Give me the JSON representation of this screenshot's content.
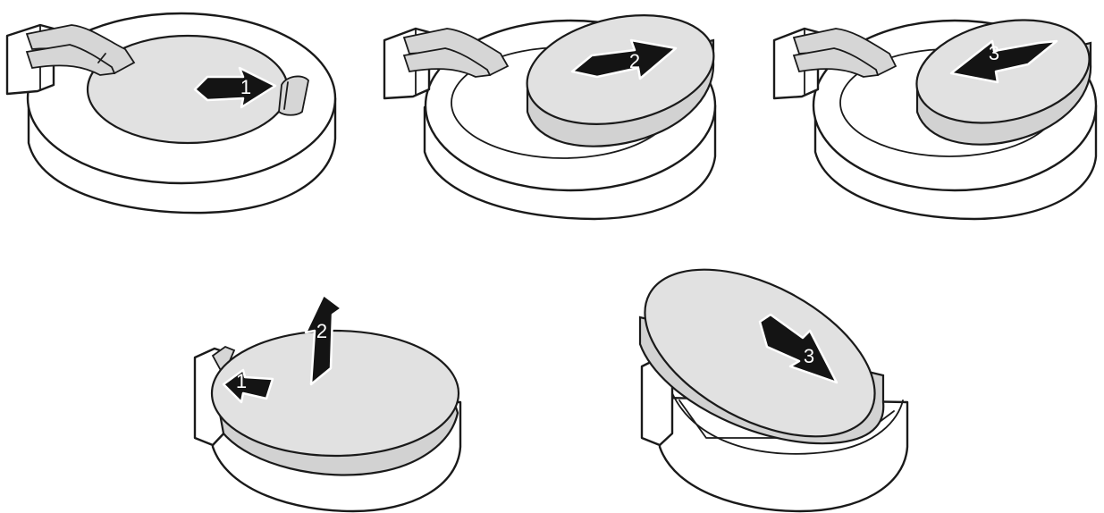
{
  "figure": {
    "top_row": [
      {
        "id": "panel-1",
        "arrows": [
          {
            "label": "1"
          }
        ]
      },
      {
        "id": "panel-2",
        "arrows": [
          {
            "label": "2"
          }
        ]
      },
      {
        "id": "panel-3",
        "arrows": [
          {
            "label": "3"
          }
        ]
      }
    ],
    "bottom_row": [
      {
        "id": "panel-4",
        "arrows": [
          {
            "label": "1"
          },
          {
            "label": "2"
          }
        ]
      },
      {
        "id": "panel-5",
        "arrows": [
          {
            "label": "3"
          }
        ]
      }
    ]
  },
  "colors": {
    "outline": "#1a1a1a",
    "socket": "#ffffff",
    "battery": "#e1e1e1",
    "arrow": "#141414",
    "label": "#ffffff"
  }
}
